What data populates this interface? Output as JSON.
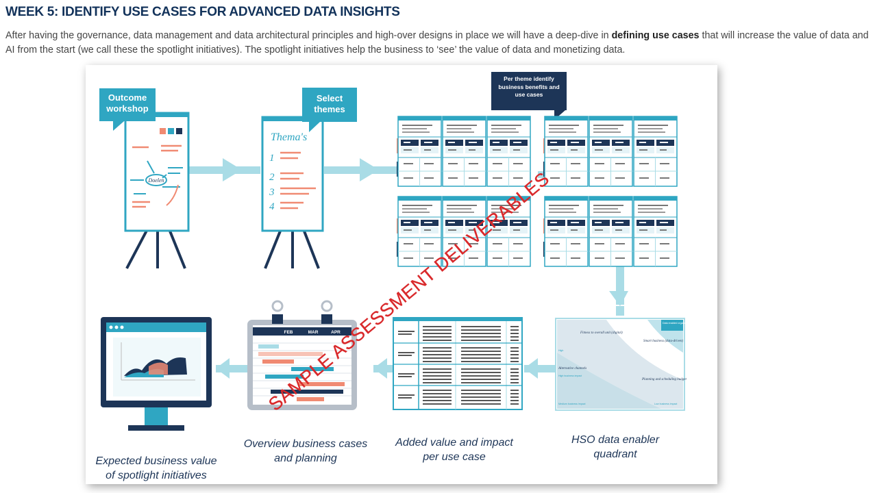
{
  "header": {
    "title": "WEEK 5: IDENTIFY USE CASES FOR ADVANCED DATA INSIGHTS",
    "intro_before": "After having the governance, data management and data architectural principles and high-over designs in place we will have a deep-dive in ",
    "intro_bold": "defining use cases",
    "intro_after": " that will increase the value of data and AI from the start (we call these the spotlight initiatives). The spotlight initiatives help the business to ‘see’ the value of data and monetizing data."
  },
  "diagram": {
    "bubbles": {
      "outcome_workshop": "Outcome workshop",
      "select_themes": "Select themes",
      "per_theme": "Per theme identify business benefits and use cases"
    },
    "flipchart_texts": {
      "themas_heading": "Thema's",
      "doelen": "Doelen",
      "theme_numbers": [
        "1",
        "2",
        "3",
        "4"
      ]
    },
    "gantt_months": [
      "FEB",
      "MAR",
      "APR"
    ],
    "quadrant": {
      "corner_label": "Data enabled organization",
      "top_left": "Fitness to overall unit (digital)",
      "top_right": "Smart business (data-driven)",
      "mid_left": "Alternative channels",
      "mid_left_sub": "High business impact",
      "bottom_right": "Planning and scheduling budget",
      "bottom_left_sub": "Medium business impact",
      "bottom_right_sub": "Low business impact",
      "side": "High"
    },
    "captions": {
      "expected_value": "Expected business value of spotlight initiatives",
      "overview": "Overview business cases and planning",
      "added_value": "Added value and impact per use case",
      "quadrant": "HSO data enabler quadrant"
    },
    "watermark": "SAMPLE ASSESSMENT DELIVERABLES"
  },
  "colors": {
    "navy": "#1d3557",
    "teal": "#2fa6c2",
    "light_teal": "#a9dce6",
    "salmon": "#f08a72",
    "watermark_red": "#d9292b"
  }
}
